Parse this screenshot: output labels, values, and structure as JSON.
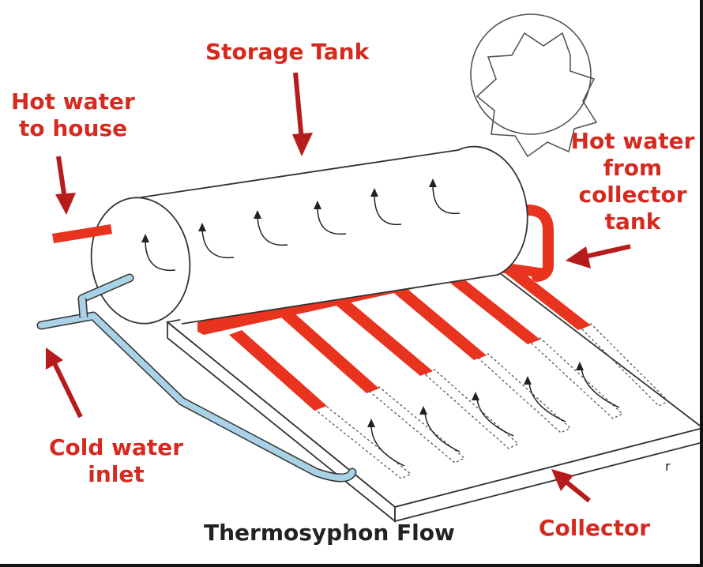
{
  "labels": {
    "storage_tank": "Storage Tank",
    "hot_to_house": [
      "Hot water",
      "to house"
    ],
    "hot_from_collector": [
      "Hot water",
      "from",
      "collector",
      "tank"
    ],
    "cold_inlet": [
      "Cold water",
      "inlet"
    ],
    "collector": "Collector"
  },
  "caption": "Thermosyphon Flow",
  "colors": {
    "label": "#d42a1f",
    "hot_pipe": "#e8331f",
    "cold_pipe": "#a9d2e6",
    "outline": "#333333"
  }
}
